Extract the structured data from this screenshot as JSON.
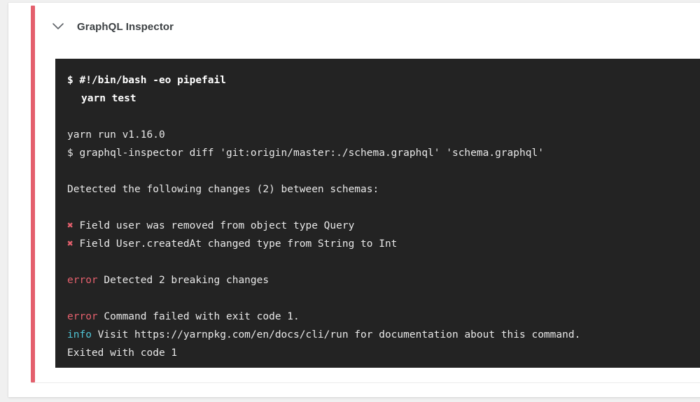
{
  "job": {
    "title": "GraphQL Inspector",
    "toggle_icon": "chevron-down-icon",
    "status_color": "#e4606d"
  },
  "terminal": {
    "background": "#232323",
    "text_color": "#e8e8e8",
    "error_color": "#e4606d",
    "info_color": "#4fc3d4",
    "lines": [
      {
        "id": 0,
        "text": "$ #!/bin/bash -eo pipefail"
      },
      {
        "id": 1,
        "text": "yarn test"
      },
      {
        "id": 2,
        "text": ""
      },
      {
        "id": 3,
        "text": "yarn run v1.16.0"
      },
      {
        "id": 4,
        "text": "$ graphql-inspector diff 'git:origin/master:./schema.graphql' 'schema.graphql'"
      },
      {
        "id": 5,
        "text": ""
      },
      {
        "id": 6,
        "text": "Detected the following changes (2) between schemas:"
      },
      {
        "id": 7,
        "text": ""
      },
      {
        "id": 8,
        "mark": "✖",
        "text": "Field user was removed from object type Query"
      },
      {
        "id": 9,
        "mark": "✖",
        "text": "Field User.createdAt changed type from String to Int"
      },
      {
        "id": 10,
        "text": ""
      },
      {
        "id": 11,
        "level": "error",
        "text": "Detected 2 breaking changes"
      },
      {
        "id": 12,
        "text": ""
      },
      {
        "id": 13,
        "level": "error",
        "text": "Command failed with exit code 1."
      },
      {
        "id": 14,
        "level": "info",
        "text": "Visit https://yarnpkg.com/en/docs/cli/run for documentation about this command."
      },
      {
        "id": 15,
        "text": "Exited with code 1"
      }
    ],
    "level_labels": {
      "error": "error",
      "info": "info"
    }
  }
}
